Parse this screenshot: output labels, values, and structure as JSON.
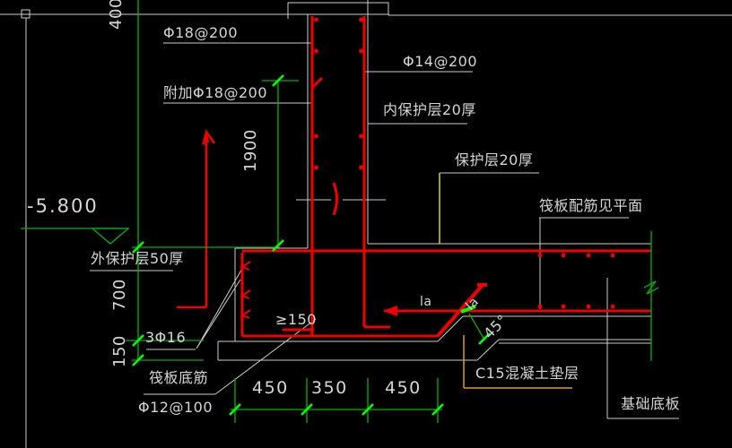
{
  "colors": {
    "background": "#000000",
    "outline": "#cdcdcd",
    "rebar": "#f00000",
    "dim": "#00b400",
    "tick": "#00ff00",
    "cover_leader": "#d8d800",
    "cushion_leader": "#e0982c",
    "text": "#d6d6d6"
  },
  "rebar_labels": {
    "wall_vertical": "Φ18@200",
    "wall_additional": "附加Φ18@200",
    "wall_inner": "Φ14@200",
    "footing_side": "3Φ16",
    "raft_bottom_title": "筏板底筋",
    "raft_bottom_spec": "Φ12@100",
    "anchorage_a": "la",
    "anchorage_b": "la",
    "bend_angle": "45°",
    "min_extension": "≥150"
  },
  "notes": {
    "inner_cover": "内保护层20厚",
    "top_cover": "保护层20厚",
    "outer_cover": "外保护层50厚",
    "raft_plan_note": "筏板配筋见平面",
    "cushion": "C15混凝土垫层",
    "foundation_slab": "基础底板"
  },
  "dimensions": {
    "elevation": "-5.800",
    "top_offset": "400",
    "wall_bar_height": "1900",
    "footing_depth": "700",
    "cushion_thickness": "150",
    "span_left": "450",
    "span_middle": "350",
    "span_right": "450"
  }
}
